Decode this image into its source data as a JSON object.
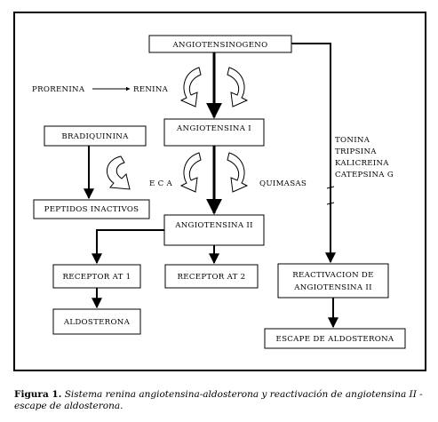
{
  "nodes": {
    "angiotensinogeno": "ANGIOTENSINOGENO",
    "angiotensina1": "ANGIOTENSINA I",
    "angiotensina2": "ANGIOTENSINA II",
    "bradiquinina": "BRADIQUININA",
    "peptidos": "PEPTIDOS INACTIVOS",
    "receptor1": "RECEPTOR AT 1",
    "receptor2": "RECEPTOR AT 2",
    "aldosterona": "ALDOSTERONA",
    "reactivacion_l1": "REACTIVACION DE",
    "reactivacion_l2": "ANGIOTENSINA II",
    "escape": "ESCAPE DE ALDOSTERONA"
  },
  "labels": {
    "prorenina": "PRORENINA",
    "renina": "RENINA",
    "eca": "E C A",
    "quimasas": "QUIMASAS",
    "tonina": "TONINA",
    "tripsina": "TRIPSINA",
    "kalicreina": "KALICREINA",
    "catepsina": "CATEPSINA G"
  },
  "caption": {
    "label": "Figura 1.",
    "text": "Sistema renina angiotensina-aldosterona y reactivación de angiotensina II - escape de aldosterona."
  }
}
